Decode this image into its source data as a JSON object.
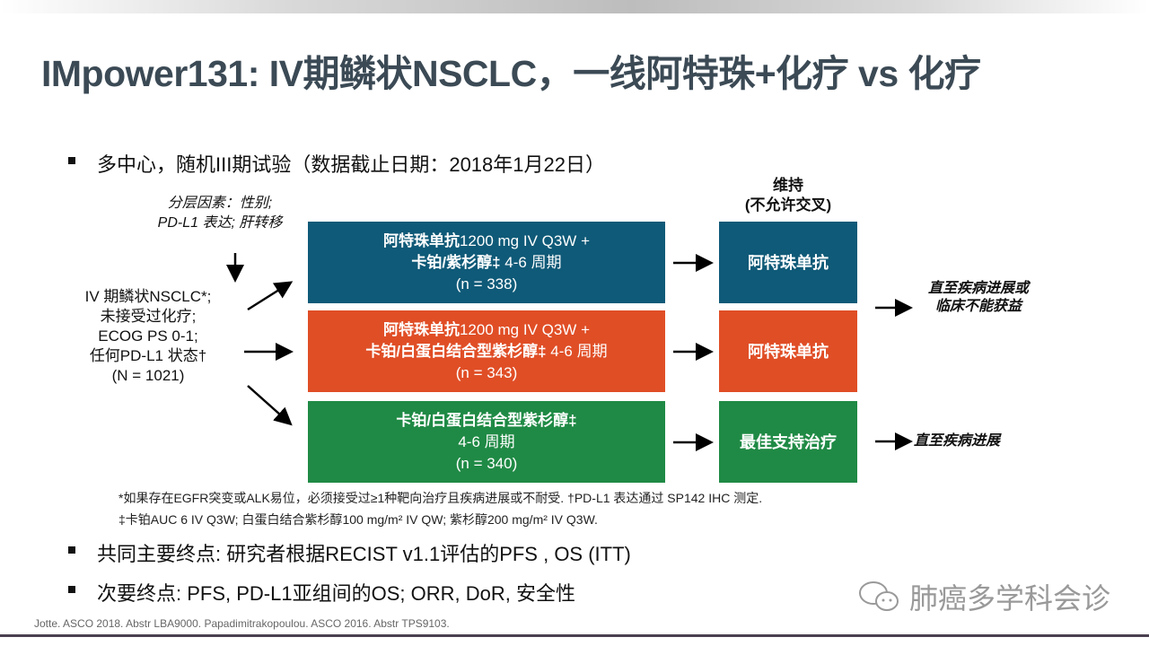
{
  "title": "IMpower131: IV期鳞状NSCLC，一线阿特珠+化疗 vs 化疗",
  "bullets": [
    "多中心，随机III期试验（数据截止日期：2018年1月22日）",
    "共同主要终点: 研究者根据RECIST v1.1评估的PFS , OS (ITT)",
    "次要终点: PFS, PD-L1亚组间的OS; ORR, DoR, 安全性"
  ],
  "stratification": [
    "分层因素：性别;",
    "PD-L1 表达; 肝转移"
  ],
  "eligibility": [
    "IV 期鳞状NSCLC*;",
    "未接受过化疗;",
    "ECOG PS 0-1;",
    "任何PD-L1 状态†",
    "(N = 1021)"
  ],
  "maintenance_header": [
    "维持",
    "(不允许交叉)"
  ],
  "arms": [
    {
      "drug_bold": "阿特珠单抗",
      "drug_rest": "1200 mg IV Q3W +",
      "chemo_bold": "卡铂/紫杉醇‡",
      "chemo_rest": " 4-6 周期",
      "n": "(n = 338)",
      "maintenance": "阿特珠单抗",
      "color": "#0f5a78"
    },
    {
      "drug_bold": "阿特珠单抗",
      "drug_rest": "1200 mg IV Q3W +",
      "chemo_bold": "卡铂/白蛋白结合型紫杉醇‡",
      "chemo_rest": " 4-6 周期",
      "n": "(n = 343)",
      "maintenance": "阿特珠单抗",
      "color": "#e04e26"
    },
    {
      "drug_bold": "卡铂/白蛋白结合型紫杉醇‡",
      "drug_rest": "",
      "chemo_bold": "",
      "chemo_rest": "4-6 周期",
      "n": "(n = 340)",
      "maintenance": "最佳支持治疗",
      "color": "#1f8a45"
    }
  ],
  "outcomes": [
    "直至疾病进展或",
    "临床不能获益",
    "直至疾病进展"
  ],
  "footnotes": [
    "*如果存在EGFR突变或ALK易位，必须接受过≥1种靶向治疗且疾病进展或不耐受. †PD-L1 表达通过 SP142 IHC 测定.",
    "‡卡铂AUC 6 IV Q3W; 白蛋白结合紫杉醇100 mg/m² IV QW; 紫杉醇200 mg/m² IV Q3W."
  ],
  "reference": "Jotte. ASCO 2018. Abstr LBA9000. Papadimitrakopoulou.  ASCO 2016. Abstr TPS9103.",
  "watermark": "肺癌多学科会诊"
}
